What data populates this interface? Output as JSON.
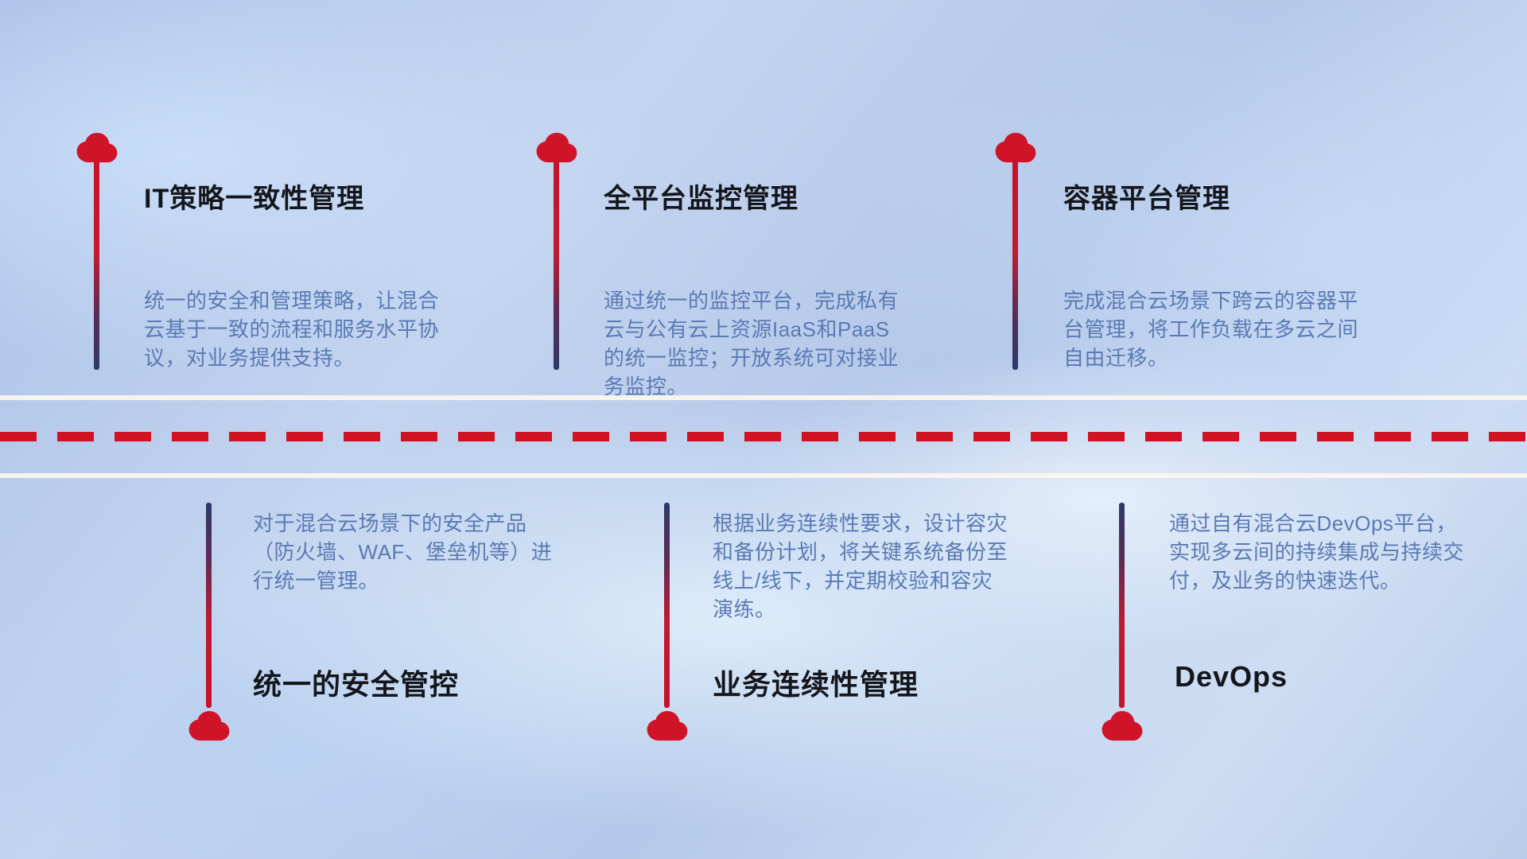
{
  "diagram": {
    "name": "hybrid-cloud-capabilities",
    "colors": {
      "accent_red": "#cf1428",
      "navy": "#2c3a68",
      "title_text": "#14161c",
      "description_text": "#5b7ab4",
      "road_edge_line": "#faf5ef",
      "road_dash": "#cf1322",
      "background_base": "#b9cbe9"
    }
  },
  "items": [
    {
      "key": "it-policy",
      "row": "top",
      "title": "IT策略一致性管理",
      "description": "统一的安全和管理策略，让混合云基于一致的流程和服务水平协议，对业务提供支持。"
    },
    {
      "key": "platform-monitoring",
      "row": "top",
      "title": "全平台监控管理",
      "description": "通过统一的监控平台，完成私有云与公有云上资源IaaS和PaaS的统一监控；开放系统可对接业务监控。"
    },
    {
      "key": "container-platform",
      "row": "top",
      "title": "容器平台管理",
      "description": "完成混合云场景下跨云的容器平台管理，将工作负载在多云之间自由迁移。"
    },
    {
      "key": "unified-security",
      "row": "bottom",
      "title": "统一的安全管控",
      "description": "对于混合云场景下的安全产品（防火墙、WAF、堡垒机等）进行统一管理。"
    },
    {
      "key": "business-continuity",
      "row": "bottom",
      "title": "业务连续性管理",
      "description": "根据业务连续性要求，设计容灾和备份计划，将关键系统备份至线上/线下，并定期校验和容灾演练。"
    },
    {
      "key": "devops",
      "row": "bottom",
      "title": "DevOps",
      "description": "通过自有混合云DevOps平台，实现多云间的持续集成与持续交付，及业务的快速迭代。"
    }
  ]
}
